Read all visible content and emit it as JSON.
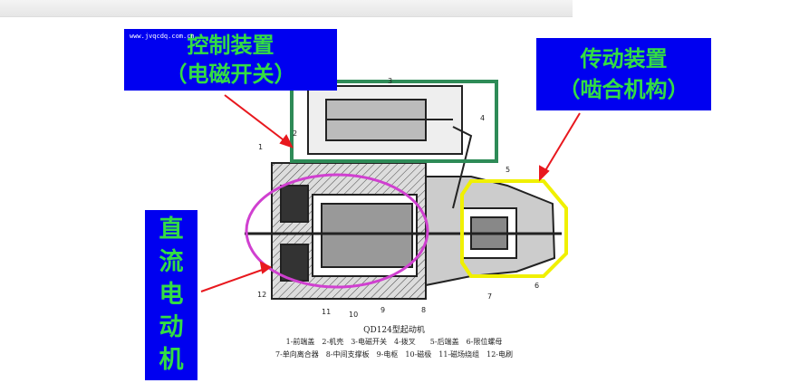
{
  "labels": {
    "control": {
      "line1": "控制装置",
      "line2": "（电磁开关）",
      "watermark": "www.jvqcdq.com.cn"
    },
    "transmission": {
      "line1": "传动装置",
      "line2": "（啮合机构）"
    },
    "motor": {
      "chars": [
        "直",
        "流",
        "电",
        "动",
        "机"
      ]
    }
  },
  "diagram": {
    "title": "QD124型起动机",
    "legend_row1": "1-前端盖　2-机壳　3-电磁开关　4-拨叉　　5-后端盖　6-限位螺母",
    "legend_row2": "7-单向离合器　8-中间支撑板　9-电枢　10-磁极　11-磁场绕组　12-电刷",
    "part_numbers": [
      "1",
      "2",
      "3",
      "4",
      "5",
      "6",
      "7",
      "8",
      "9",
      "10",
      "11",
      "12"
    ]
  },
  "colors": {
    "label_bg": "#0000f0",
    "label_text": "#33dd44",
    "arrow": "#e8181e",
    "control_frame": "#2e8b57",
    "transmission_frame": "#f0f000",
    "motor_frame": "#d040d0"
  }
}
